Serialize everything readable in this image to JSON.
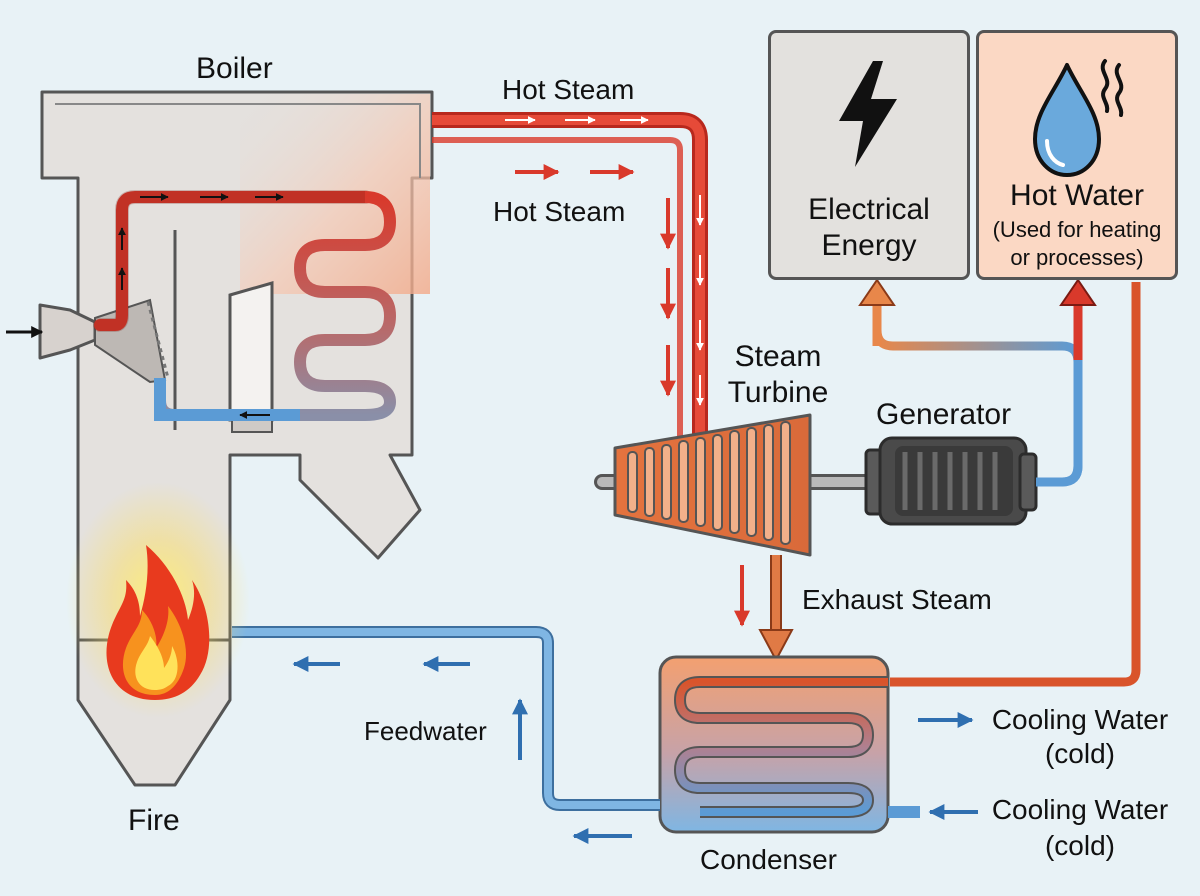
{
  "labels": {
    "boiler": "Boiler",
    "hot_steam_1": "Hot Steam",
    "hot_steam_2": "Hot Steam",
    "steam_turbine_1": "Steam",
    "steam_turbine_2": "Turbine",
    "generator": "Generator",
    "exhaust_steam": "Exhaust Steam",
    "feedwater": "Feedwater",
    "fire": "Fire",
    "condenser": "Condenser",
    "cooling_water_out_1": "Cooling Water",
    "cooling_water_out_2": "(cold)",
    "cooling_water_in_1": "Cooling Water",
    "cooling_water_in_2": "(cold)"
  },
  "outputs": {
    "electrical": {
      "line1": "Electrical",
      "line2": "Energy"
    },
    "hot_water": {
      "line1": "Hot Water",
      "line2": "(Used for heating",
      "line3": "or processes)"
    }
  },
  "colors": {
    "background": "#e8f2f6",
    "hot_pipe": "#d9392b",
    "cold_pipe": "#5b9bd5",
    "outline": "#555555",
    "boiler_fill": "#e4e1de",
    "electrical_box": "#e3e1de",
    "hot_water_box": "#fbd8c4"
  },
  "icons": {
    "electrical": "lightning-bolt-icon",
    "hot_water": "water-drop-steam-icon",
    "fire": "flame-icon"
  }
}
